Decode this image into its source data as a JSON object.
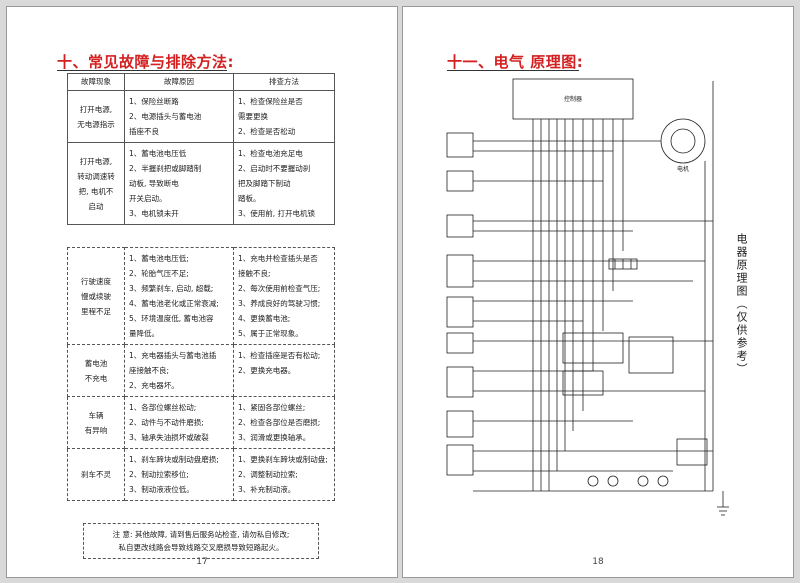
{
  "left_page": {
    "heading": "十、常见故障与排除方法:",
    "table_headers": [
      "故障现象",
      "故障原因",
      "排查方法"
    ],
    "rows": [
      {
        "symptom": [
          "打开电源,",
          "无电源指示"
        ],
        "causes": [
          "1、保险丝断路",
          "2、电源插头与蓄电池",
          "   插座不良"
        ],
        "fixes": [
          "1、检查保险丝是否",
          "   需要更换",
          "2、检查是否松动"
        ]
      },
      {
        "symptom": [
          "打开电源,",
          "转动调速转",
          "把, 电机不",
          "启动"
        ],
        "causes": [
          "1、蓄电池电压低",
          "2、半握刹把或脚踏制",
          "   动板, 导致断电",
          "   开关启动。",
          "3、电机锁未开"
        ],
        "fixes": [
          "1、检查电池充足电",
          "2、启动时不要握动刹",
          "   把及脚踏下制动",
          "   踏板。",
          "3、使用前, 打开电机锁"
        ]
      },
      {
        "symptom": [
          "行驶速度",
          "慢或续驶",
          "里程不足"
        ],
        "causes": [
          "1、蓄电池电压低;",
          "2、轮胎气压不足;",
          "3、频繁刹车, 启动, 超载;",
          "4、蓄电池老化或正常衰减;",
          "5、环境温度低, 蓄电池容",
          "   量降低。"
        ],
        "fixes": [
          "1、充电并检查插头是否",
          "   接触不良;",
          "2、每次使用前检查气压;",
          "3、养成良好的驾驶习惯;",
          "4、更换蓄电池;",
          "5、属于正常现象。"
        ]
      },
      {
        "symptom": [
          "蓄电池",
          "不充电"
        ],
        "causes": [
          "1、充电器插头与蓄电池插",
          "   座接触不良;",
          "2、充电器坏。"
        ],
        "fixes": [
          "1、检查插座是否有松动;",
          "",
          "2、更换充电器。"
        ]
      },
      {
        "symptom": [
          "车辆",
          "有异响"
        ],
        "causes": [
          "1、各部位螺丝松动;",
          "2、动件与不动件磨损;",
          "3、轴承失油损坏或破裂"
        ],
        "fixes": [
          "1、紧固各部位螺丝;",
          "2、检查各部位是否磨损;",
          "3、润滑或更换轴承。"
        ]
      },
      {
        "symptom": [
          "刹车不灵"
        ],
        "causes": [
          "1、刹车蹄块或制动盘磨损;",
          "2、制动拉索移位;",
          "3、制动液液位低。"
        ],
        "fixes": [
          "1、更换刹车蹄块或制动盘;",
          "2、调整制动拉索;",
          "3、补充制动液。"
        ]
      }
    ],
    "note": [
      "注 意: 其他故障, 请到售后服务站检查, 请勿私自修改;",
      "私自更改线路会导致线路交叉磨损导致短路起火。"
    ],
    "page_number": "17"
  },
  "right_page": {
    "heading": "十一、电气 原理图:",
    "vertical_label": "电器原理图（仅供参考）",
    "controller_label": "控制器",
    "motor_label": "电机",
    "page_number": "18"
  }
}
